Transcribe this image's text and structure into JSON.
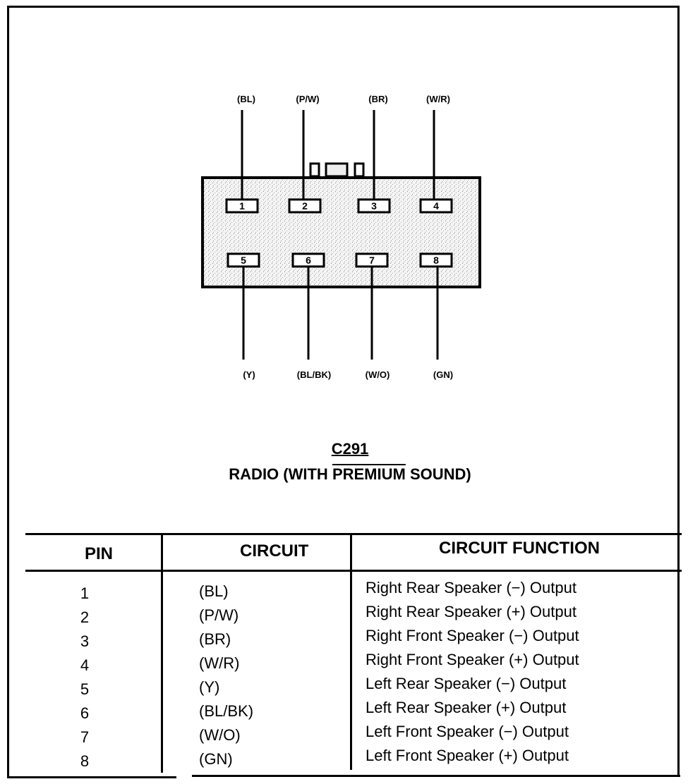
{
  "connector": {
    "id": "C291",
    "title_prefix": "RADIO (WITH ",
    "title_overlined": "PREMIUM",
    "title_suffix": " SOUND)",
    "top_wires": [
      {
        "pin": "1",
        "color": "(BL)"
      },
      {
        "pin": "2",
        "color": "(P/W)"
      },
      {
        "pin": "3",
        "color": "(BR)"
      },
      {
        "pin": "4",
        "color": "(W/R)"
      }
    ],
    "bottom_wires": [
      {
        "pin": "5",
        "color": "(Y)"
      },
      {
        "pin": "6",
        "color": "(BL/BK)"
      },
      {
        "pin": "7",
        "color": "(W/O)"
      },
      {
        "pin": "8",
        "color": "(GN)"
      }
    ],
    "body_fill": "#e8e8e8"
  },
  "table": {
    "headers": {
      "pin": "PIN",
      "circuit": "CIRCUIT",
      "function": "CIRCUIT FUNCTION"
    },
    "rows": [
      {
        "pin": "1",
        "circuit": "(BL)",
        "function": "Right Rear Speaker (−) Output"
      },
      {
        "pin": "2",
        "circuit": "(P/W)",
        "function": "Right Rear Speaker (+) Output"
      },
      {
        "pin": "3",
        "circuit": "(BR)",
        "function": "Right Front Speaker (−) Output"
      },
      {
        "pin": "4",
        "circuit": "(W/R)",
        "function": "Right Front Speaker (+) Output"
      },
      {
        "pin": "5",
        "circuit": "(Y)",
        "function": "Left Rear Speaker (−) Output"
      },
      {
        "pin": "6",
        "circuit": "(BL/BK)",
        "function": "Left Rear Speaker (+) Output"
      },
      {
        "pin": "7",
        "circuit": "(W/O)",
        "function": "Left Front Speaker (−) Output"
      },
      {
        "pin": "8",
        "circuit": "(GN)",
        "function": "Left Front Speaker (+) Output"
      }
    ]
  }
}
